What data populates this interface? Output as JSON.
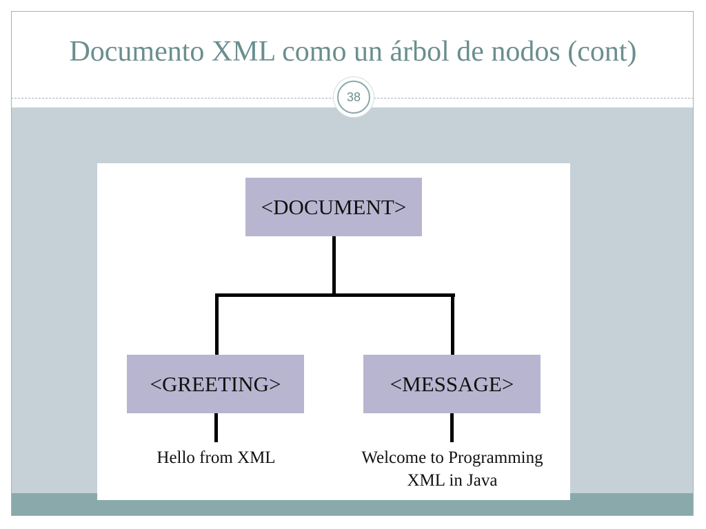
{
  "slide": {
    "title": "Documento XML como un árbol de nodos (cont)",
    "page_number": "38"
  },
  "diagram": {
    "root": {
      "label": "<DOCUMENT>"
    },
    "children": [
      {
        "label": "<GREETING>",
        "text": "Hello from XML"
      },
      {
        "label": "<MESSAGE>",
        "text_line1": "Welcome to Programming",
        "text_line2": "XML in Java"
      }
    ],
    "colors": {
      "node_fill": "#b8b5d0",
      "connector": "#000000"
    }
  }
}
